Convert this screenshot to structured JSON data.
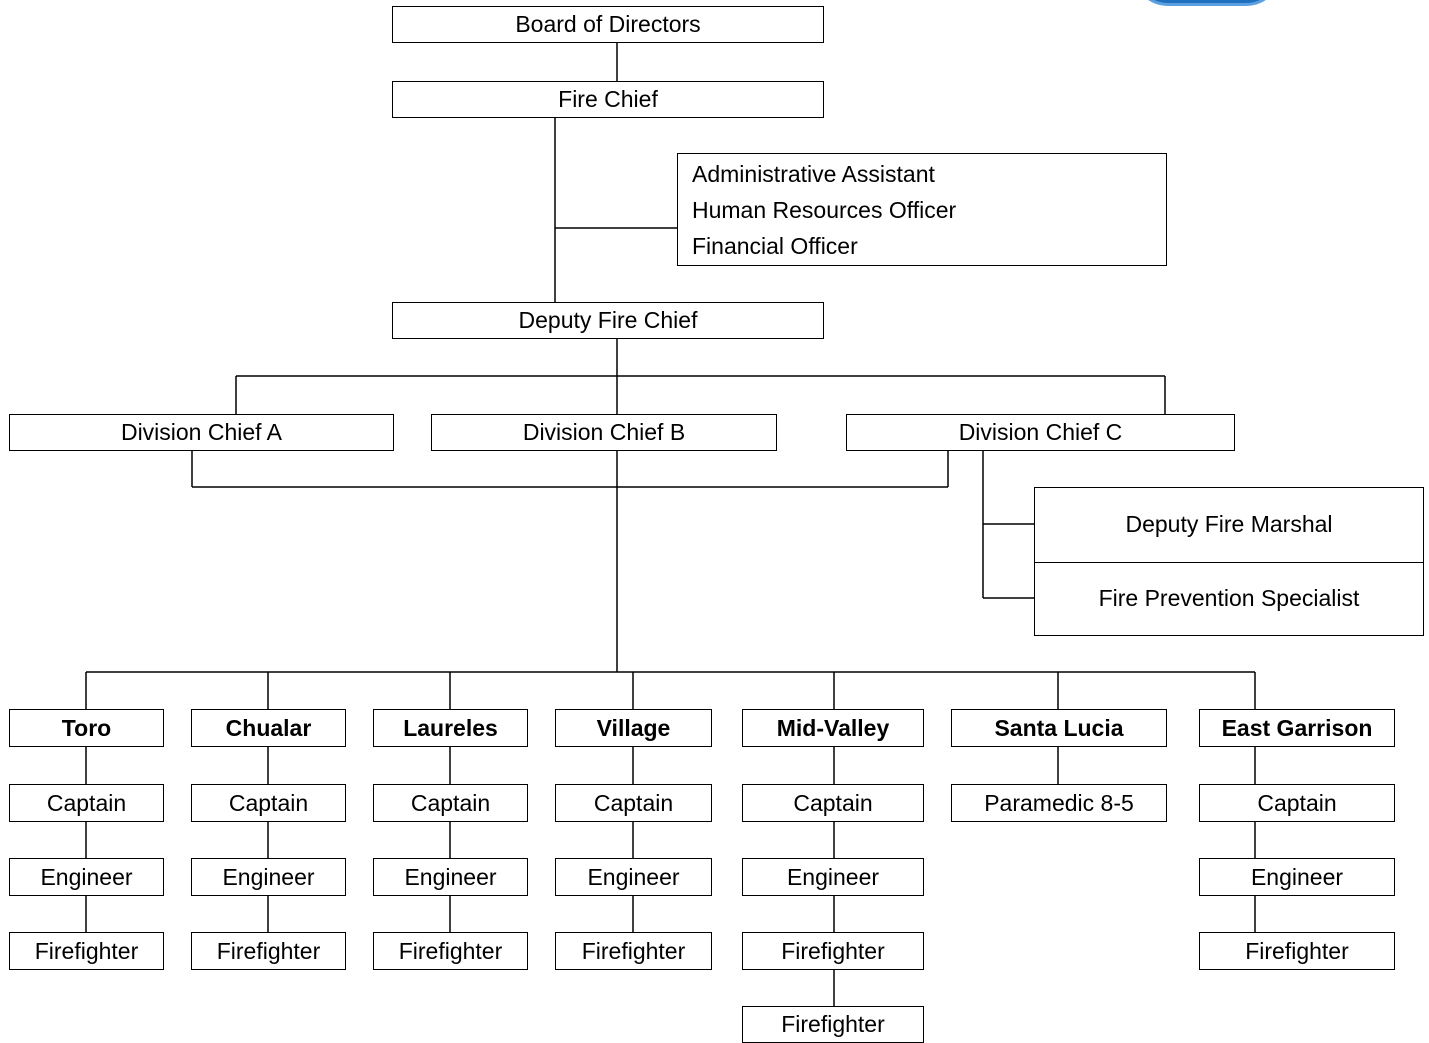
{
  "board": "Board of Directors",
  "fire_chief": "Fire Chief",
  "admin_staff": [
    "Administrative Assistant",
    "Human Resources Officer",
    "Financial Officer"
  ],
  "deputy_chief": "Deputy Fire Chief",
  "division_chiefs": [
    "Division Chief A",
    "Division Chief B",
    "Division Chief C"
  ],
  "prevention": [
    "Deputy Fire Marshal",
    "Fire Prevention Specialist"
  ],
  "stations": [
    {
      "name": "Toro",
      "roles": [
        "Captain",
        "Engineer",
        "Firefighter"
      ]
    },
    {
      "name": "Chualar",
      "roles": [
        "Captain",
        "Engineer",
        "Firefighter"
      ]
    },
    {
      "name": "Laureles",
      "roles": [
        "Captain",
        "Engineer",
        "Firefighter"
      ]
    },
    {
      "name": "Village",
      "roles": [
        "Captain",
        "Engineer",
        "Firefighter"
      ]
    },
    {
      "name": "Mid-Valley",
      "roles": [
        "Captain",
        "Engineer",
        "Firefighter",
        "Firefighter"
      ]
    },
    {
      "name": "Santa Lucia",
      "roles": [
        "Paramedic 8-5"
      ]
    },
    {
      "name": "East Garrison",
      "roles": [
        "Captain",
        "Engineer",
        "Firefighter"
      ]
    }
  ]
}
